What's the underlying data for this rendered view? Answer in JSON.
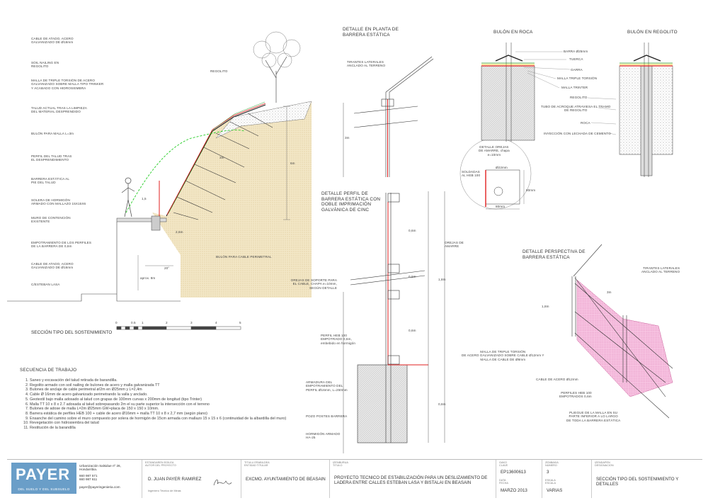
{
  "left_section": {
    "labels": {
      "cable_atado_top": "CABLE DE ATADO, ACERO\nGALVANIZADO DE Ø16mm",
      "soil_nailing": "SOIL NAILING EN\nREGOLITO",
      "malla_triple": "MALLA DE TRIPLE TORSIÓN DE ACERO\nGALVANIZADO SOBRE MALLA TIPO TRINKER\nY ACABADO CON HIDROSIEMBRA",
      "regolito": "REGOLITO",
      "talud_actual": "TALUD ACTUAL TRAS LA LIMPIEZA\nDEL MATERIAL DESPRENDIDO",
      "bulon_malla": "BULÓN PARA MALLA L=3m",
      "perfil_talud": "PERFIL DEL TALUD TRAS\nEL DESPRENDIMIENTO",
      "barrera_pie": "BARRERA ESTÁTICA AL\nPIE DEL TALUD",
      "solera": "SOLERA DE HORMIGÓN\nARMADO CON MALLAZO 15X15X6",
      "muro": "MURO DE CONTENCIÓN\nEXISTENTE",
      "empotramiento": "EMPOTRAMIENTO DE LOS PERFILES\nDE LA BARRERA DE 0,6m",
      "cable_atado_bottom": "CABLE DE ATADO, ACERO\nGALVANIZADO DE Ø16mm",
      "calle": "C/ESTEBAN LASA",
      "bulon_perimetral": "BULÓN PARA CABLE PERIMETRAL",
      "dim_6m": "6m",
      "dim_3m": "3m",
      "dim_26m": "2,6m",
      "dim_approx": "aprox. 8m",
      "angle": "20°",
      "dim_15": "1,5"
    },
    "section_title": "SECCIÓN TIPO DEL SOSTENIMIENTO",
    "scale_ticks": [
      "0",
      "0.5",
      "1",
      "2",
      "3",
      "4",
      "5"
    ],
    "steps_title": "SECUENCIA DE TRABAJO",
    "steps": [
      "Saneo y excavación del talud retirada de barandilla.",
      "Regolito armado con soil nailing de bulones de acero y malla galvanizada TT",
      "Bulones de anclaje de cable perimetral ø/2m en Ø25mm y L=2,4m",
      "Cable Ø 16mm de acero galvanizado perimetrando la valla y anclado.",
      "Geotextil bajo malla adosado al talud con grapas de 100mm curvas x 200mm de longitud (tipo Trinter)",
      "Malla TT 10 x 8 x 2.7 adosada al talud sobrepasando 2m el su parte superior la intersección con el terreno",
      "Bulones de adose de malla L=2m Ø25mm GW+placa de 150 x 150 x 10mm.",
      "Barrera estática de perfiles HEB 100 + cable de acero Ø16mm + malla TT 10 x 8 x 2,7 mm (según plano)",
      "Ensanche del camino sobre el muro compuesto por solera de hormigón de 15cm armada con mallazo 15 x 15 x 6 (continuidad de la albardilla del muro)",
      "Revegetación con hidrosiembra del talud",
      "Restitución de la barandilla"
    ]
  },
  "planta": {
    "title": "DETALLE EN PLANTA DE\nBARRERA ESTÁTICA",
    "tirantes": "TIRANTES LATERALES\nANCLADO AL TERRENO",
    "dim_3m": "3m"
  },
  "perfil": {
    "title": "DETALLE PERFIL DE\nBARRERA ESTÁTICA CON\nDOBLE IMPRIMACIÓN\nGALVÁNICA DE CINC",
    "orejas_soporte": "OREJAS DE SOPORTE PARA\nEL CABLE, CHAPA e=10mm,\nSEGÚN DETALLE",
    "perfil_heb": "PERFIL HEB 100\nEMPOTRADO 0,6m,\nembebido en hormigón",
    "armadura": "ARMADURA DEL\nEMPOTRAMIENTO DEL\nPERFIL Ø16mm, L=250mm",
    "pozo": "POZO POSTES BARRERA",
    "hormigon": "HORMIGÓN ARMADO\nHA-25",
    "orejas_amarre": "OREJAS DE\nAMARRE",
    "dim_06a": "0,6m",
    "dim_06b": "0,6m",
    "dim_06c": "0,6m",
    "dim_18": "1,8m",
    "dim_06d": "0,6m"
  },
  "orejas": {
    "title": "DETALLE OREJAS\nDE AMARRE, chapa\ne=10mm",
    "soldadas": "SOLDADAS\nAL HEB 100",
    "d22": "Ø22mm",
    "d80a": "80mm",
    "d80b": "80mm"
  },
  "bulones": {
    "roca_title": "BULÓN EN ROCA",
    "regolito_title": "BULÓN EN REGOLITO",
    "labels": [
      "BARRA Ø25mm",
      "TUERCA",
      "GARRA",
      "MALLA TRIPLE TORSIÓN",
      "MALLA TRINTER",
      "REGOLITO",
      "TUBO DE ACROQUE ATRAVIESA EL TRAMO\nDE REGOLITO",
      "ROCA",
      "INYECCIÓN CON LECHADA DE CEMENTO"
    ]
  },
  "perspectiva": {
    "title": "DETALLE PERSPECTIVA DE\nBARRERA ESTÁTICA",
    "tirantes": "TIRANTES LATERALES\nANCLADO AL TERRENO",
    "malla": "MALLA DE TRIPLE TORSIÓN\nDE ACERO GALVANIZADO SOBRE CABLE Ø12mm Y\nMALLA DE CABLE DE Ø8mm",
    "cable": "CABLE DE ACERO Ø12mm",
    "perfiles": "PERFILES HEB 100\nEMPOTRADOS 0,6m",
    "pliegue": "PLIEGUE DE LA MALLA EN SU\nPARTE INFERIOR A LO LARGO\nDE TODA LA BARRERA ESTÁTICA",
    "dim_3m": "3m",
    "dim_18": "1,8m"
  },
  "title_block": {
    "logo": "PAYER",
    "logo_sub": "DEL SUELO Y DEL SUBSUELO",
    "address": "Urbanización Salsidue nº 26,\nHondarribia.",
    "phones": "660 987 571\n660 987 611",
    "email": "payer@payeringenieria.com",
    "autor_caption": "ESTANDAREN EGILEA\nAUTOR DEL PROYECTO",
    "autor": "D. JUAN PAYER RAMIREZ",
    "autor_role": "Ingeniero Técnico de Minas",
    "titular_caption": "TITULU ERABILDEA\nENTIDAD TITULAR",
    "titular": "EXCMO. AYUNTAMIENTO DE BEASAIN",
    "titulo_caption": "IZENBURUA\nTITULO",
    "titulo": "PROYECTO TECNICO DE ESTABILIZACIÓN PARA UN DESLIZAMIENTO DE\nLADERA ENTRE CALLES ESTEBAN LASA Y BISTALAI EN BEASAIN",
    "clave_caption": "GAKO\nCLAVE",
    "clave": "EP13600613",
    "fecha_caption": "DATA\nFECHA",
    "fecha": "MARZO 2013",
    "numero_caption": "ZENBAKIA\nNÚMERO",
    "numero": "3",
    "escala_caption": "ESKALA\nESCALA",
    "escala": "VARIAS",
    "designacion_caption": "IZENDAPEN\nDESIGNACION",
    "designacion": "SECCIÓN TIPO DEL SOSTENIMIENTO Y\nDETALLES"
  }
}
